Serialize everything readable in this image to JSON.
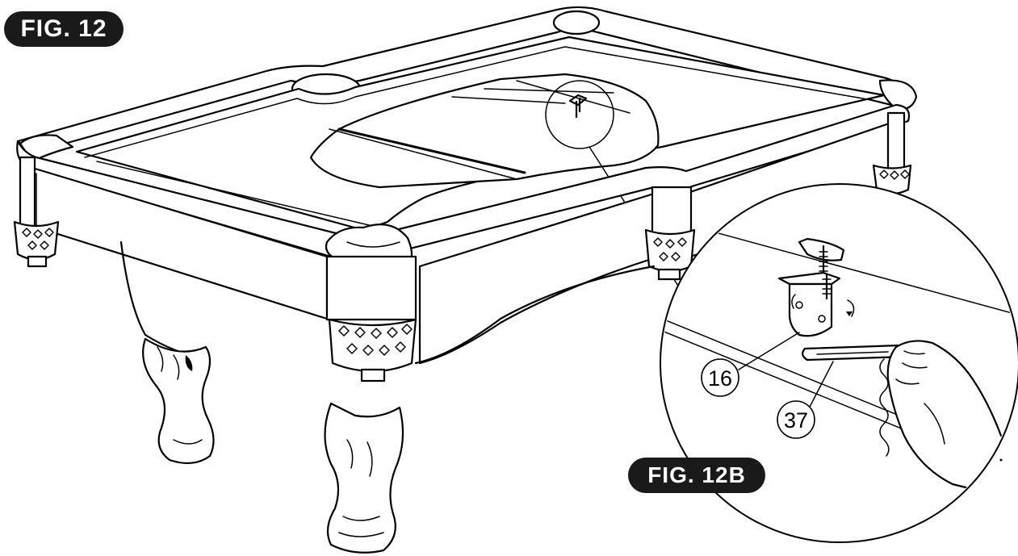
{
  "figure": {
    "main_label": "FIG. 12",
    "detail_label": "FIG. 12B"
  },
  "callouts": [
    {
      "id": "part-16",
      "number": "16"
    },
    {
      "id": "part-37",
      "number": "37"
    }
  ],
  "icons": {
    "rotation_arrow": "rotate-arrow-icon",
    "hand": "hand-icon"
  }
}
